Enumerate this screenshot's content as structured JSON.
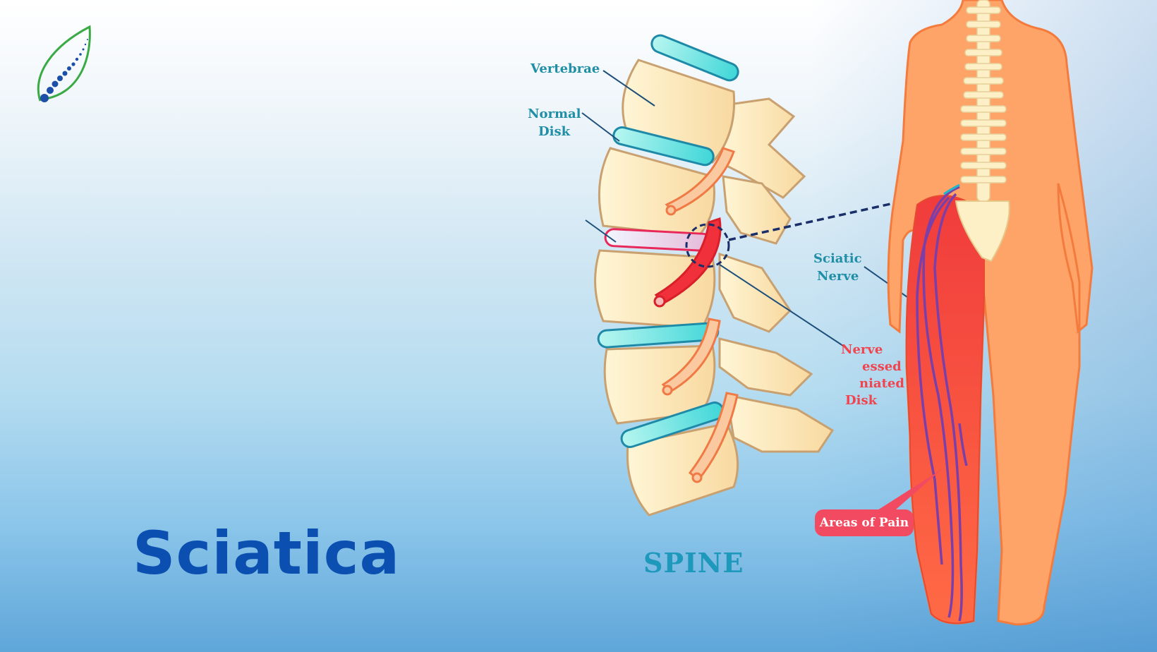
{
  "title": "Sciatica",
  "logo": {
    "icon": "leaf-spine-logo-icon",
    "colors": {
      "leaf": "#3aaa45",
      "dots": "#1b4fa8"
    }
  },
  "diagram": {
    "spine_caption": "SPINE",
    "labels": {
      "vertebrae": "Vertebrae",
      "normal_disk_line1": "Normal",
      "normal_disk_line2": "Disk",
      "sciatic_nerve_line1": "Sciatic",
      "sciatic_nerve_line2": "Nerve",
      "compressed_line1": "Nerve",
      "compressed_line2": "essed",
      "compressed_line3": "niated",
      "compressed_line4": "Disk",
      "areas_of_pain": "Areas of Pain"
    }
  },
  "colors": {
    "title": "#0b4fb0",
    "label_teal": "#1f8ea6",
    "label_red": "#f0444f",
    "pain_badge": "#f24a61",
    "bone": "#fbe7b8",
    "disk": "#5fe0e0",
    "skin": "#ffa468",
    "pain_red": "#f5503f"
  }
}
